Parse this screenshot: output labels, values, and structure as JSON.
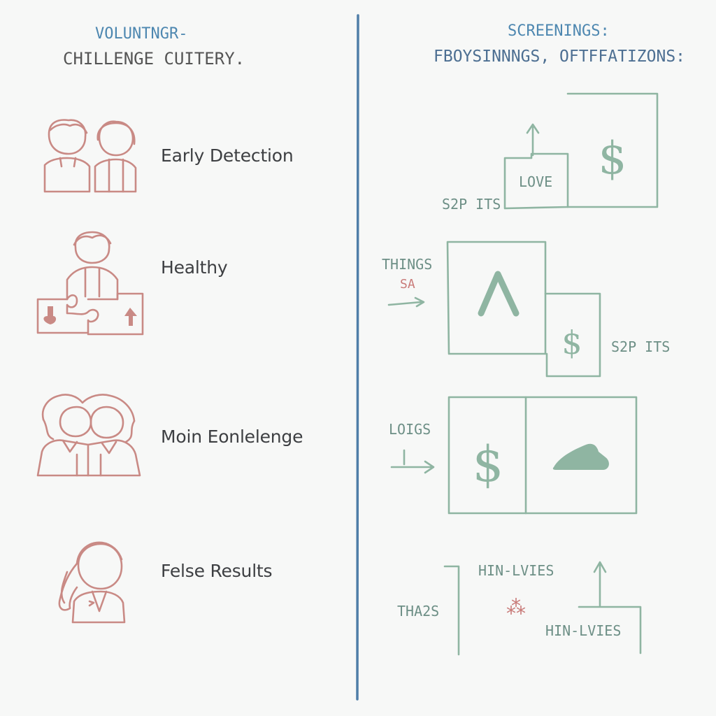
{
  "left": {
    "heading_line1": "VOLUNTNGR-",
    "heading_line2": "CHILLENGE CUITERY.",
    "items": [
      {
        "label": "Early Detection"
      },
      {
        "label": "Healthy"
      },
      {
        "label": "Moin Eonlelenge"
      },
      {
        "label": "Felse Results"
      }
    ]
  },
  "right": {
    "heading_line1": "SCREENINGS:",
    "heading_line2": "FBOYSINNNGS, OFTFFATIZONS:",
    "diagram1": {
      "box_label": "LOVE",
      "side_label": "S2P ITS"
    },
    "diagram2": {
      "left_label": "THINGS",
      "left_sub": "SA",
      "side_label": "S2P ITS"
    },
    "diagram3": {
      "left_label": "LOIGS"
    },
    "diagram4": {
      "top_label": "HIN-LVIES",
      "left_label": "THA2S",
      "bottom_label": "HIN-LVIES"
    }
  },
  "colors": {
    "icon": "#c98a85",
    "divider": "#4f7ea8",
    "sketch": "#8fb5a2",
    "accent_red": "#c97b79"
  }
}
